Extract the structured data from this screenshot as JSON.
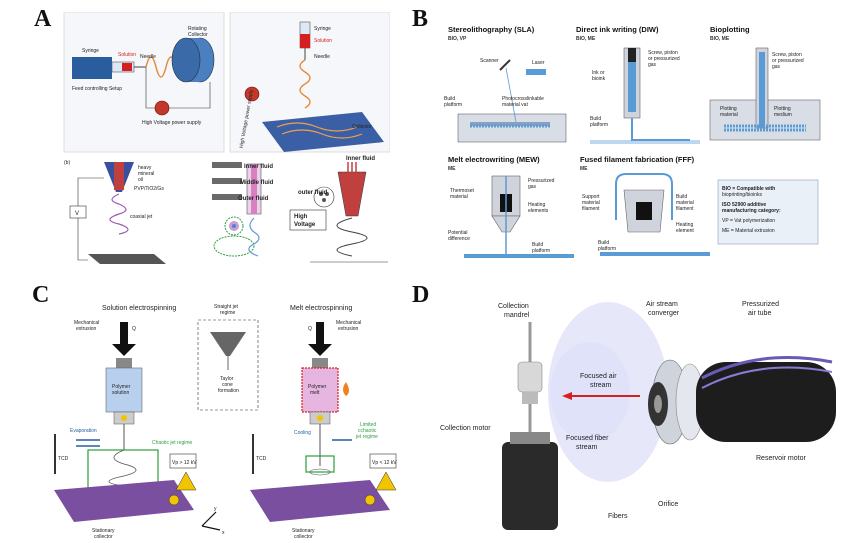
{
  "panels": {
    "a": {
      "letter": "A",
      "top_left": {
        "syringe": "Syringe",
        "solution": "Solution",
        "needle": "Needle",
        "rotating_collector_1": "Rotating",
        "rotating_collector_2": "Collector",
        "feed": "Feed controlling Setup",
        "hv": "High Voltage power supply"
      },
      "top_right": {
        "syringe": "Syringe",
        "solution": "Solution",
        "needle": "Needle",
        "hv": "High Voltage power supply",
        "collector": "Collector"
      },
      "bottom_left": {
        "b": "(b)",
        "heavy_1": "heavy",
        "heavy_2": "mineral",
        "heavy_3": "oil",
        "pvp": "PVP/TiO2/Gs",
        "coaxial": "coaxial jet",
        "v": "V"
      },
      "bottom_mid": {
        "inner": "Inner fluid",
        "middle": "Middle fluid",
        "outer": "Outer fluid",
        "hv_1": "High",
        "hv_2": "Voltage"
      },
      "bottom_right": {
        "inner": "Inner fluid",
        "outer": "outer fluid"
      }
    },
    "b": {
      "letter": "B",
      "sla": {
        "title": "Stereolithography (SLA)",
        "cat": "BIO, VP",
        "scanner": "Scanner",
        "laser": "Laser",
        "build_1": "Build",
        "build_2": "platform",
        "photo_1": "Photocrosslinkable",
        "photo_2": "material vat"
      },
      "diw": {
        "title": "Direct ink writing (DIW)",
        "cat": "BIO, ME",
        "screw_1": "Screw, piston",
        "screw_2": "or pressurized",
        "screw_3": "gas",
        "ink_1": "Ink or",
        "ink_2": "bioink",
        "build_1": "Build",
        "build_2": "platform"
      },
      "bioplot": {
        "title": "Bioplotting",
        "cat": "BIO, ME",
        "screw_1": "Screw, piston",
        "screw_2": "or pressurized",
        "screw_3": "gas",
        "pm_1": "Plotting",
        "pm_2": "material",
        "med_1": "Plotting",
        "med_2": "medium"
      },
      "mew": {
        "title": "Melt electrowriting (MEW)",
        "cat": "ME",
        "press_1": "Pressurized",
        "press_2": "gas",
        "thermo_1": "Thermoset",
        "thermo_2": "material",
        "heat_1": "Heating",
        "heat_2": "elements",
        "pot_1": "Potential",
        "pot_2": "difference",
        "build_1": "Build",
        "build_2": "platform"
      },
      "fff": {
        "title": "Fused filament fabrication (FFF)",
        "cat": "ME",
        "sup_1": "Support",
        "sup_2": "material",
        "sup_3": "filament",
        "bld_1": "Build",
        "bld_2": "material",
        "bld_3": "filament",
        "heat_1": "Heating",
        "heat_2": "element",
        "build_1": "Build",
        "build_2": "platform"
      },
      "legend": {
        "l1": "BIO = Compatible with",
        "l2": "bioprinting/bioinks",
        "l3": "ISO 52900 additive",
        "l4": "manufacturing category:",
        "l5": "VP = Vat polymerization",
        "l6": "ME = Material extrusion"
      }
    },
    "c": {
      "letter": "C",
      "sol_1": "Solution electrospinning",
      "mech_1": "Mechanical",
      "mech_2": "extrusion",
      "q": "Q",
      "poly_sol_1": "Polymer",
      "poly_sol_2": "solution",
      "evap": "Evaporation",
      "chaotic": "Chaotic jet regime",
      "vp_hi": "Vp > 12 kV",
      "tcd": "TCD",
      "stat_1": "Stationary",
      "stat_2": "collector",
      "straight_1": "Straight jet",
      "straight_2": "regime",
      "taylor_1": "Taylor",
      "taylor_2": "cone",
      "taylor_3": "formation",
      "melt_1": "Melt electrospinning",
      "mech_r_1": "Mechanical",
      "mech_r_2": "extrusion",
      "q_r": "Q",
      "poly_melt_1": "Polymer",
      "poly_melt_2": "melt",
      "cooling": "Cooling",
      "limited_1": "Limited",
      "limited_2": "cchaotic",
      "limited_3": "jet regime",
      "vp_lo": "Vp < 12 kV",
      "tcd_r": "TCD",
      "stat_r_1": "Stationary",
      "stat_r_2": "collector",
      "axis_y": "y",
      "axis_x": "x"
    },
    "d": {
      "letter": "D",
      "mandrel_1": "Collection",
      "mandrel_2": "mandrel",
      "conv_1": "Air stream",
      "conv_2": "converger",
      "tube_1": "Pressurized",
      "tube_2": "air tube",
      "focus_1": "Focused air",
      "focus_2": "stream",
      "motor": "Collection motor",
      "fiber_1": "Focused fiber",
      "fiber_2": "stream",
      "reservoir": "Reservoir motor",
      "fibers": "Fibers",
      "orifice": "Orifice"
    }
  },
  "colors": {
    "purple": "#7b4fa0",
    "blue": "#5b9bd5",
    "red": "#d62020",
    "yellow": "#f2c300",
    "green": "#2e9e3e"
  }
}
